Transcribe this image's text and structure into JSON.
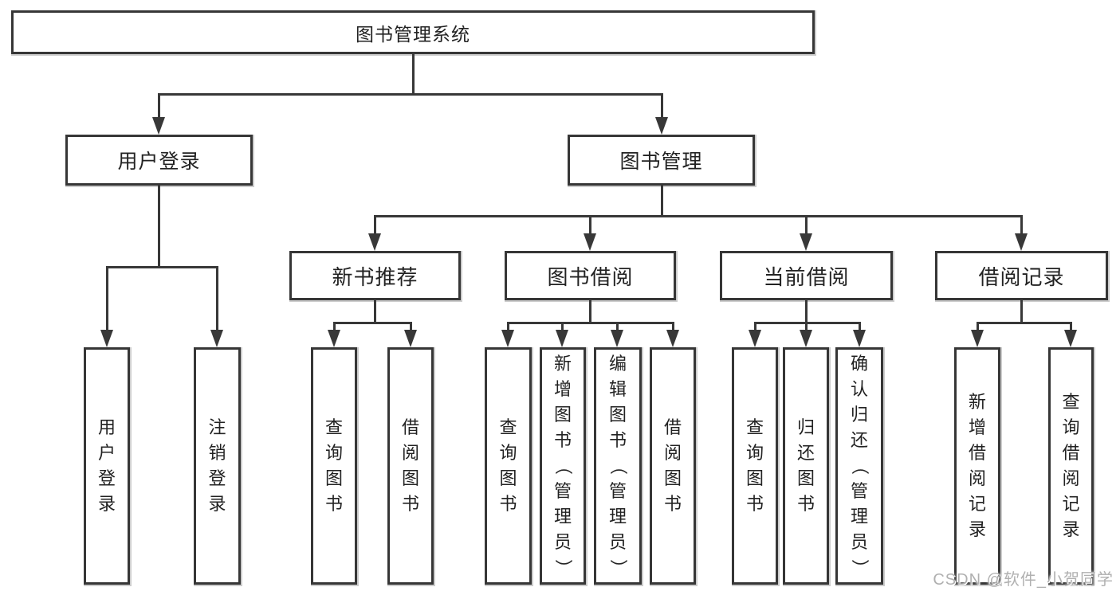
{
  "diagram": {
    "title": "图书管理系统",
    "branches": [
      {
        "label": "用户登录",
        "leaves": [
          "用户登录",
          "注销登录"
        ]
      },
      {
        "label": "图书管理",
        "groups": [
          {
            "label": "新书推荐",
            "leaves": [
              "查询图书",
              "借阅图书"
            ]
          },
          {
            "label": "图书借阅",
            "leaves": [
              "查询图书",
              "新增图书（管理员）",
              "编辑图书（管理员）",
              "借阅图书"
            ]
          },
          {
            "label": "当前借阅",
            "leaves": [
              "查询图书",
              "归还图书",
              "确认归还（管理员）"
            ]
          },
          {
            "label": "借阅记录",
            "leaves": [
              "新增借阅记录",
              "查询借阅记录"
            ]
          }
        ]
      }
    ],
    "watermark": "CSDN @软件_小贺同学",
    "colors": {
      "line": "#383838",
      "box_border": "#363636",
      "text": "#222222",
      "watermark": "#b0b0b0",
      "background": "#ffffff"
    }
  }
}
